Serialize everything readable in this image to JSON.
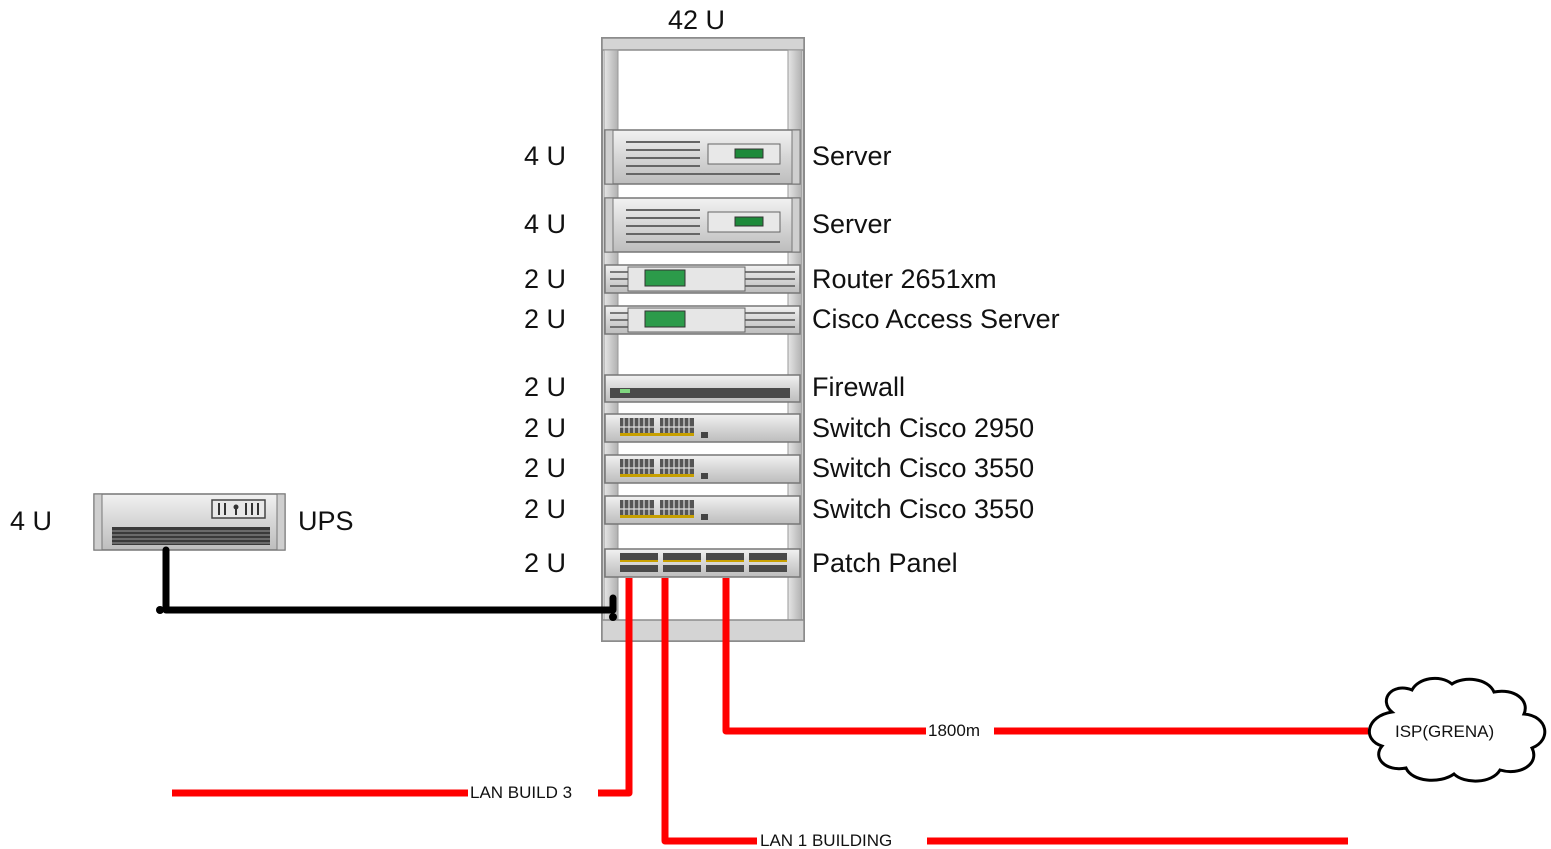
{
  "rack": {
    "height_label": "42 U"
  },
  "devices": [
    {
      "units": "4 U",
      "name": "Server"
    },
    {
      "units": "4 U",
      "name": "Server"
    },
    {
      "units": "2 U",
      "name": "Router 2651xm"
    },
    {
      "units": "2 U",
      "name": "Cisco Access Server"
    },
    {
      "units": "2 U",
      "name": "Firewall"
    },
    {
      "units": "2 U",
      "name": "Switch Cisco 2950"
    },
    {
      "units": "2 U",
      "name": "Switch Cisco 3550"
    },
    {
      "units": "2 U",
      "name": "Switch Cisco 3550"
    },
    {
      "units": "2 U",
      "name": "Patch Panel"
    }
  ],
  "ups": {
    "units": "4 U",
    "name": "UPS"
  },
  "cables": {
    "isp_distance": "1800m",
    "isp_cloud": "ISP(GRENA)",
    "lan_build_3": "LAN BUILD 3",
    "lan_1_building": "LAN 1 BUILDING"
  },
  "colors": {
    "network_cable": "#ff0000",
    "power_cable": "#000000",
    "rack_frame": "#d9d9d9"
  }
}
